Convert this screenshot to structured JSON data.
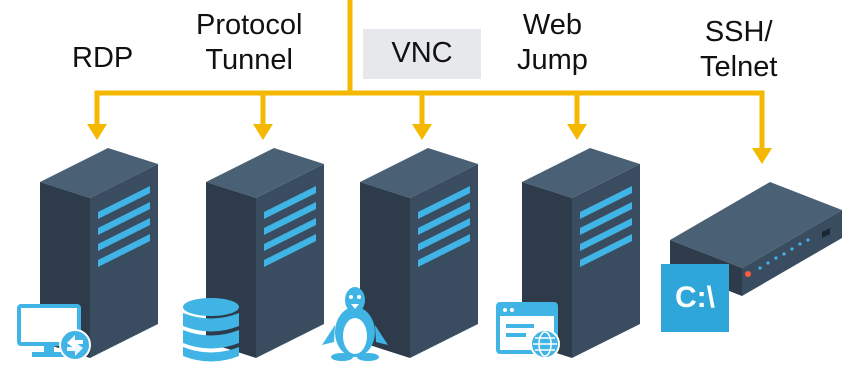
{
  "labels": {
    "rdp": "RDP",
    "protocol_line1": "Protocol",
    "protocol_line2": "Tunnel",
    "vnc": "VNC",
    "web_line1": "Web",
    "web_line2": "Jump",
    "ssh_line1": "SSH/",
    "ssh_line2": "Telnet"
  },
  "cmd_icon_text": "C:\\",
  "colors": {
    "connector": "#f5b800",
    "server_dark": "#2d3b4a",
    "server_mid": "#3a4d60",
    "server_light": "#4a6075",
    "accent_blue": "#3fb4e5",
    "vnc_box": "#e6e8ec"
  },
  "icons": [
    "monitor-remote-icon",
    "database-icon",
    "linux-penguin-icon",
    "browser-globe-icon",
    "command-prompt-icon"
  ]
}
